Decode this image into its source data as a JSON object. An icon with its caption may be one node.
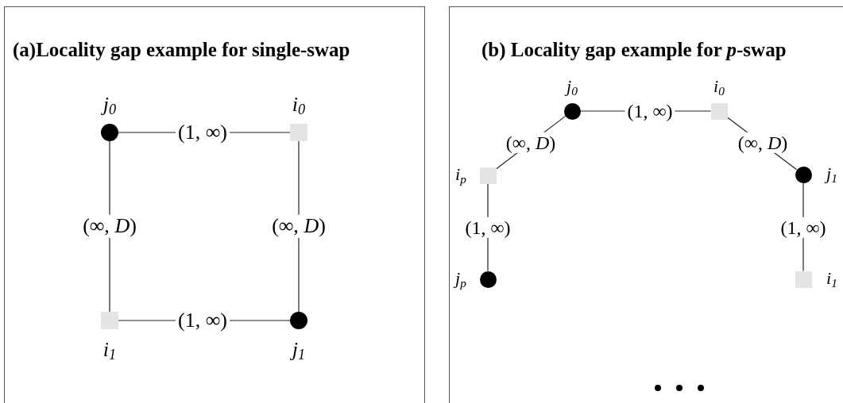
{
  "diagram": {
    "nodes": [
      {
        "text": [
          "(a)Locality gap example for single-swap"
        ]
      },
      {
        "text": [
          "(b) Locality gap example for *p*-swap"
        ]
      },
      {
        "text": [],
        "shape": "circle",
        "in": 0,
        "beside": [
          "*j*$_{0}$"
        ]
      },
      {
        "text": [],
        "shape": "box",
        "in": 0,
        "beside": [
          "*i*$_{0}$"
        ]
      },
      {
        "text": [],
        "shape": "box",
        "in": 0,
        "beside": [
          "*i*$_{1}$"
        ]
      },
      {
        "text": [],
        "shape": "circle",
        "in": 0,
        "beside": [
          "*j*$_{1}$"
        ]
      },
      {
        "text": [],
        "shape": "circle",
        "in": 1,
        "beside": [
          "*j*$_{0}$"
        ]
      },
      {
        "text": [],
        "shape": "box",
        "in": 1,
        "beside": [
          "*i*$_{0}$"
        ]
      },
      {
        "text": [],
        "shape": "box",
        "in": 1,
        "beside": [
          "*i*$_{p}$"
        ]
      },
      {
        "text": [],
        "shape": "circle",
        "in": 1,
        "beside": [
          "*j*$_{1}$"
        ]
      },
      {
        "text": [],
        "shape": "circle",
        "in": 1,
        "beside": [
          "*j*$_{p}$"
        ]
      },
      {
        "text": [],
        "shape": "box",
        "in": 1,
        "beside": [
          "*i*$_{1}$"
        ]
      }
    ],
    "edges": [
      {
        "from": 2,
        "to": 3,
        "arrow": "none",
        "label": "(1, ∞)"
      },
      {
        "from": 2,
        "to": 4,
        "arrow": "none",
        "label": "(∞, *D*)"
      },
      {
        "from": 3,
        "to": 5,
        "arrow": "none",
        "label": "(∞, *D*)"
      },
      {
        "from": 4,
        "to": 5,
        "arrow": "none",
        "label": "(1, ∞)"
      },
      {
        "from": 6,
        "to": 7,
        "arrow": "none",
        "label": "(1, ∞)"
      },
      {
        "from": 6,
        "to": 8,
        "arrow": "none",
        "label": "(∞, *D*)"
      },
      {
        "from": 7,
        "to": 9,
        "arrow": "none",
        "label": "(∞, *D*)"
      },
      {
        "from": 8,
        "to": 10,
        "arrow": "none",
        "label": "(1, ∞)"
      },
      {
        "from": 9,
        "to": 11,
        "arrow": "none",
        "label": "(1, ∞)"
      }
    ]
  }
}
